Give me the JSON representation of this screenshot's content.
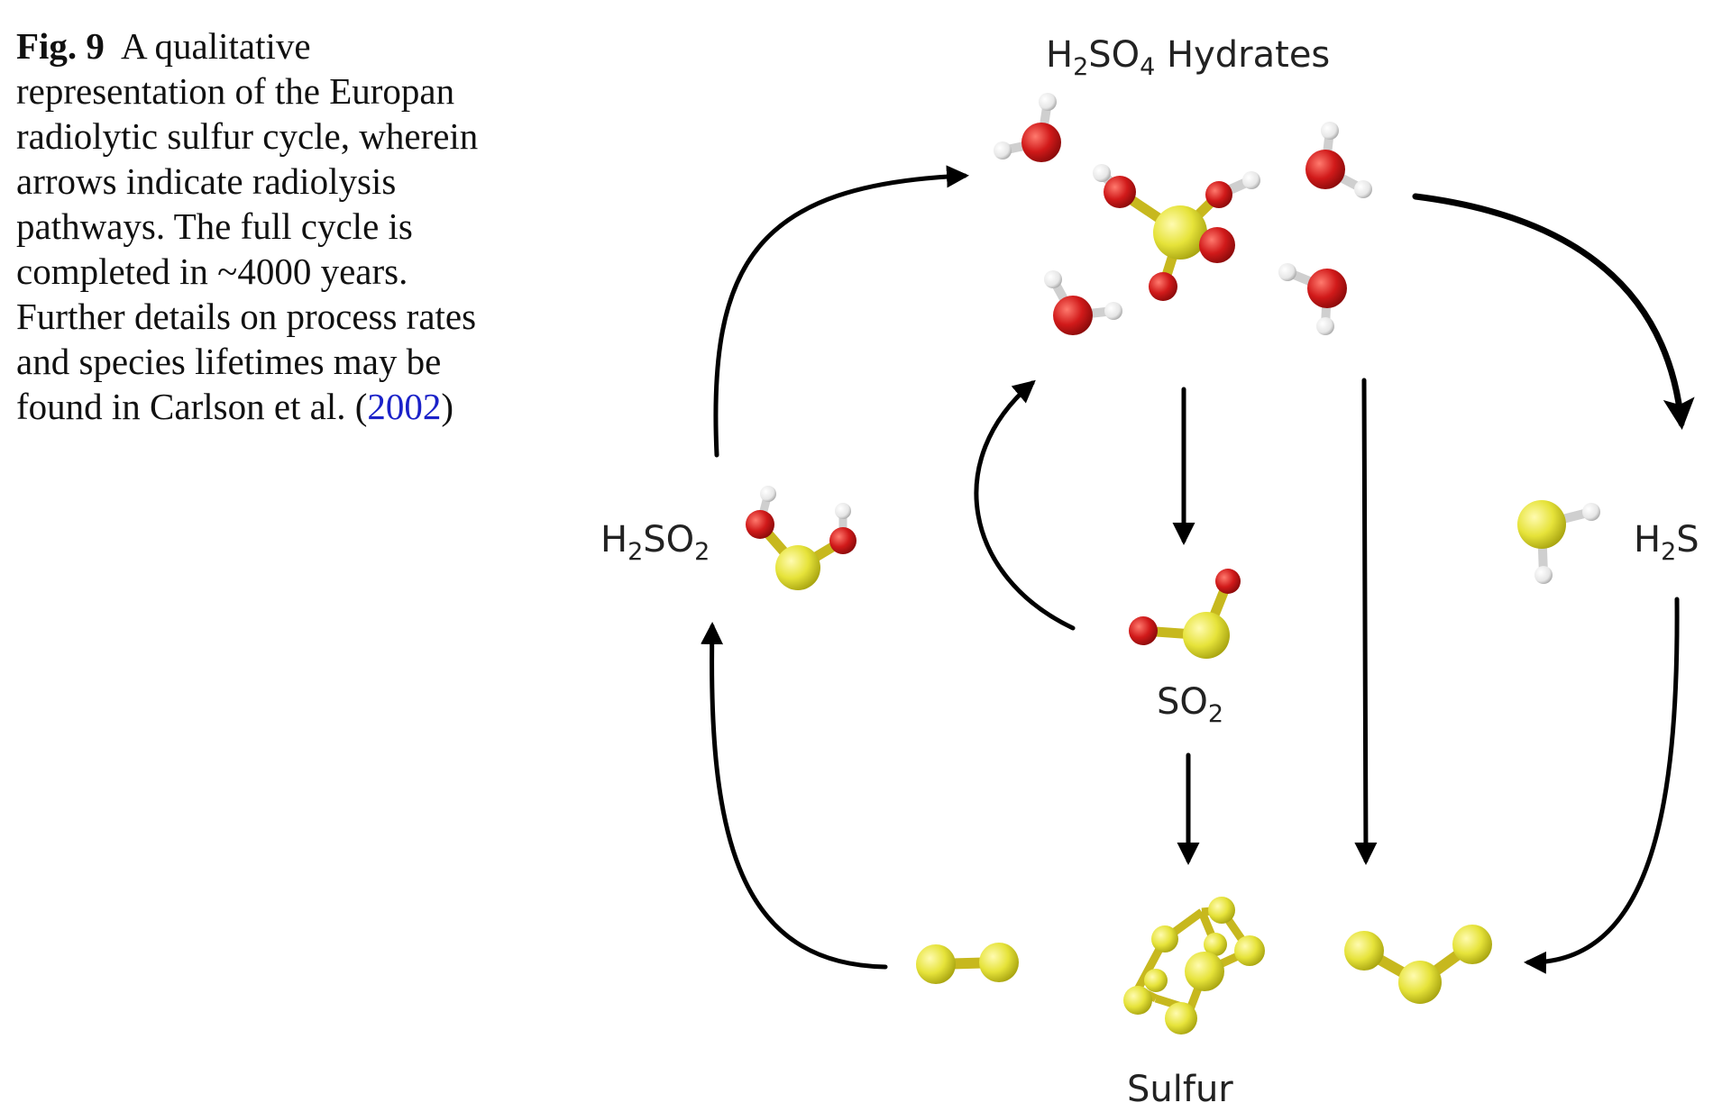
{
  "caption": {
    "fig_label": "Fig. 9",
    "text_before_cite": "A qualitative representation of the Europan radiolytic sulfur cycle, wherein arrows indicate radiolysis pathways. The full cycle is completed in ~4000 years. Further details on process rates and species lifetimes may be found in Carlson et al. (",
    "cite_year": "2002",
    "text_after_cite": ")"
  },
  "diagram": {
    "h2so4": {
      "p1": "H",
      "s1": "2",
      "p2": "SO",
      "s2": "4",
      "p3": " Hydrates"
    },
    "h2so2": {
      "p1": "H",
      "s1": "2",
      "p2": "SO",
      "s2": "2"
    },
    "h2s": {
      "p1": "H",
      "s1": "2",
      "p2": "S"
    },
    "so2": {
      "p1": "SO",
      "s1": "2"
    },
    "sulfur": "Sulfur"
  },
  "colors": {
    "oxygen": "#d11a1a",
    "sulfur": "#e6e33a",
    "hydrogen": "#eeeeee",
    "arrow": "#000000",
    "citation_link": "#1a21c8"
  }
}
